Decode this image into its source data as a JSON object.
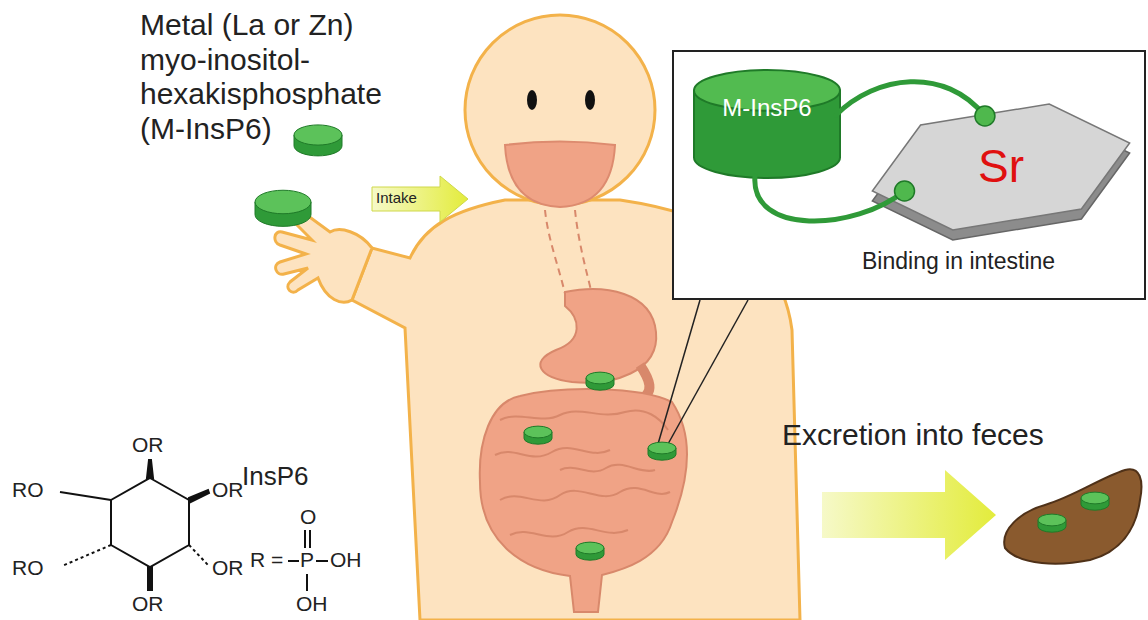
{
  "diagram": {
    "nodes": [
      {
        "text": [
          "Binding in intestine"
        ]
      },
      {
        "text": [
          "M-InsP6"
        ],
        "in": 0
      },
      {
        "text": [
          "Sr"
        ],
        "in": 0
      }
    ],
    "edges": [
      {
        "from": 1,
        "to": 2,
        "arrow": "none"
      },
      {
        "from": 1,
        "to": 2,
        "arrow": "none"
      }
    ],
    "labels": [
      "Metal (La or Zn) myo-inositol- hexakisphosphate (M-InsP6)",
      "Intake",
      "InsP6",
      "OR",
      "RO",
      "OR",
      "RO",
      "OR",
      "OR",
      "R =",
      "P",
      "O",
      "OH",
      "OH",
      "Excretion into feces"
    ]
  }
}
